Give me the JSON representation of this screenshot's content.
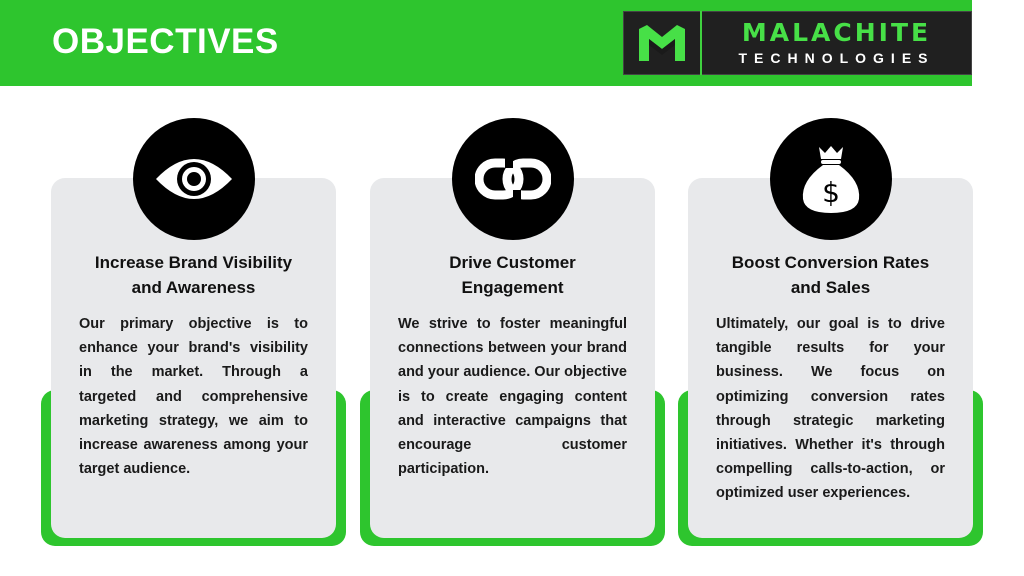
{
  "header": {
    "title": "OBJECTIVES",
    "accent_color": "#2ec52e"
  },
  "logo": {
    "mark_icon": "malachite-m-logo-icon",
    "name": "MALACHITE",
    "subtitle": "TECHNOLOGIES"
  },
  "cards": [
    {
      "icon": "eye-icon",
      "title_line1": "Increase Brand Visibility",
      "title_line2": "and Awareness",
      "text": "Our primary objective is to enhance your brand's visibility in the market. Through a targeted and comprehensive marketing strategy, we aim to increase awareness among your target audience."
    },
    {
      "icon": "link-icon",
      "title_line1": "Drive Customer",
      "title_line2": "Engagement",
      "text": "We strive to foster meaningful connections between your brand and your audience. Our objective is to create engaging content and interactive campaigns that encourage customer participation."
    },
    {
      "icon": "money-bag-icon",
      "title_line1": "Boost Conversion Rates",
      "title_line2": "and Sales",
      "text": "Ultimately, our goal is to drive tangible results for your business. We focus on optimizing conversion rates through strategic marketing initiatives. Whether it's through compelling calls-to-action, or optimized user experiences."
    }
  ]
}
